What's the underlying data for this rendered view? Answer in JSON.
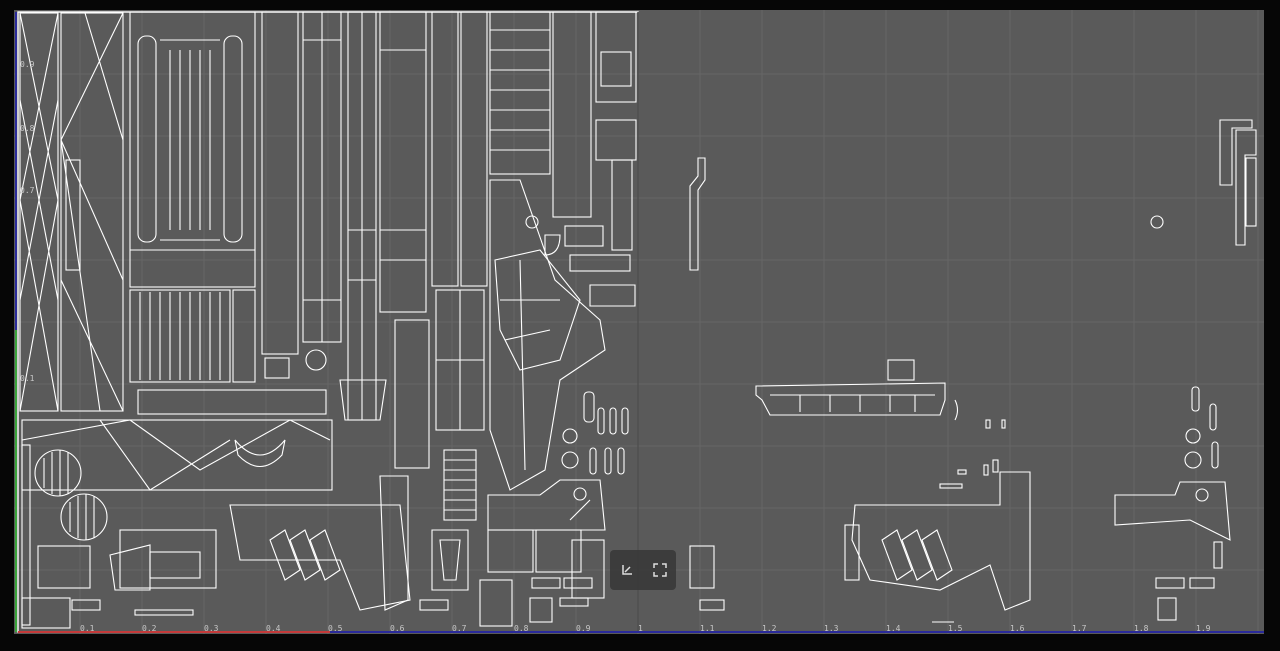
{
  "viewport": {
    "background_color": "#5a5a5a",
    "grid_color": "#666666",
    "island_stroke": "#ffffff",
    "axis_u_color": "#c43a3a",
    "axis_v_color": "#3aa33a",
    "tile_border_color": "#2a2a9a"
  },
  "axis_ticks": {
    "u": [
      "0.1",
      "0.2",
      "0.3",
      "0.4",
      "0.5",
      "0.6",
      "0.7",
      "0.8",
      "0.9",
      "1",
      "1.1",
      "1.2",
      "1.3",
      "1.4",
      "1.5",
      "1.6",
      "1.7",
      "1.8",
      "1.9"
    ],
    "v": [
      "0.9",
      "0.8",
      "0.7",
      "0.1"
    ]
  },
  "overlay": {
    "icons": [
      "pin-icon",
      "frame-selection-icon"
    ]
  }
}
